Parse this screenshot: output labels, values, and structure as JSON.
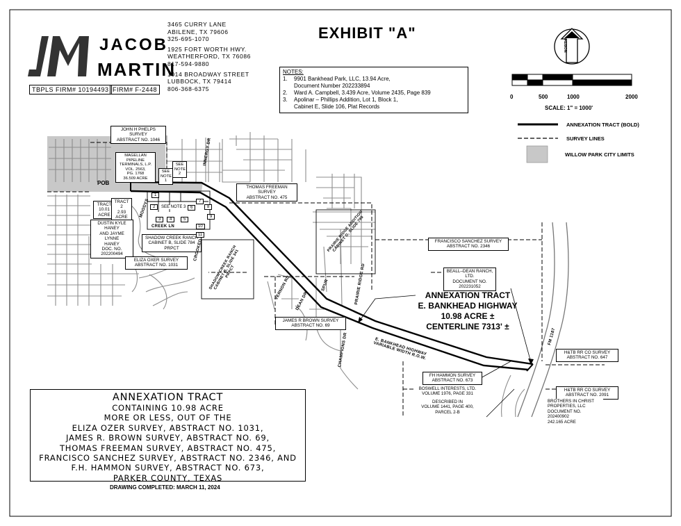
{
  "header": {
    "title": "EXHIBIT \"A\"",
    "logo_word1": "JACOB",
    "logo_word2": "MARTIN",
    "firm_tbpls": "TBPLS FIRM# 10194493",
    "firm_number": "FIRM# F-2448",
    "addresses": [
      "3465 CURRY LANE",
      "ABILENE, TX 79606",
      "325-695-1070",
      "1925 FORT WORTH HWY.",
      "WEATHERFORD, TX 76086",
      "817-594-9880",
      "1014 BROADWAY STREET",
      "LUBBOCK, TX 79414",
      "806-368-6375"
    ]
  },
  "north_arrow": {
    "label": "NORTH"
  },
  "notes": {
    "header": "NOTES:",
    "items": [
      {
        "n": "1.",
        "lines": [
          "9901 Bankhead Park, LLC, 13.94 Acre,",
          "Document Number 202233894"
        ]
      },
      {
        "n": "2.",
        "lines": [
          "Ward A. Campbell, 3.439 Acre, Volume 2435, Page 839"
        ]
      },
      {
        "n": "3.",
        "lines": [
          "Apolinar – Phillips Addition, Lot 1, Block 1,",
          "Cabinet E, Slide 106, Plat Records"
        ]
      }
    ]
  },
  "scale": {
    "ticks": [
      "0",
      "500",
      "1000",
      "2000"
    ],
    "text": "SCALE: 1\" = 1000'"
  },
  "legend": [
    {
      "symbol": "bold-line",
      "label": "ANNEXATION TRACT (BOLD)"
    },
    {
      "symbol": "dash-line",
      "label": "SURVEY LINES"
    },
    {
      "symbol": "gray-box",
      "label": "WILLOW PARK CITY LIMITS",
      "color": "#c8c8c8"
    }
  ],
  "colors": {
    "city_limits": "#c8c8c8",
    "streets": "#9a9a9a"
  },
  "map": {
    "pob": "POB",
    "labels": {
      "phelps": [
        "JOHN H PHELPS SURVEY",
        "ABSTRACT NO. 1046"
      ],
      "magellan": [
        "MAGELLAN",
        "PIPELINE",
        "TERMINALS, L.P.",
        "VOL. 2563,",
        "PG. 1768",
        "36.509 ACRE"
      ],
      "see_note1": [
        "SEE",
        "NOTE",
        "1"
      ],
      "see_note2": [
        "SEE",
        "NOTE",
        "2"
      ],
      "see_note3": [
        "SEE NOTE 3"
      ],
      "tract1": [
        "TRACT",
        "10.01",
        "ACRE"
      ],
      "tract2": [
        "TRACT 2",
        "2.93",
        "ACRE"
      ],
      "haney": [
        "DUSTIN KYLE HANEY",
        "AND JAYME LYNNE",
        "HANEY",
        "DOC. NO.",
        "202200494"
      ],
      "shadow_creek": [
        "SHADOW CREEK RANCH",
        "CABINET B, SLIDE 784",
        "PRPCT"
      ],
      "oxer": [
        "ELIZA OXER SURVEY",
        "ABSTRACT NO. 1031"
      ],
      "freeman": [
        "THOMAS FREEMAN SURVEY",
        "ABSTRACT NO. 475"
      ],
      "sanchez": [
        "FRANCISCO SANCHEZ SURVEY",
        "ABSTRACT NO. 2346"
      ],
      "beall": [
        "BEALL–DEAN RANCH, LTD.",
        "DOCUMENT NO.",
        "202231052"
      ],
      "brown": [
        "JAMES R BROWN SURVEY",
        "ABSTRACT NO. 69"
      ],
      "hammon": [
        "FH HAMMON SURVEY",
        "ABSTRACT NO. 673"
      ],
      "boswell": [
        "BOSWELL INTERESTS, LTD.",
        "VOLUME 1976, PAGE 331",
        "",
        "DESCRIBED IN",
        "VOLUME 1441, PAGE 400,",
        "PARCEL 2-B"
      ],
      "htb647": [
        "H&TB RR CO SURVEY",
        "ABSTRACT NO. 647"
      ],
      "htb2091": [
        "H&TB RR CO SURVEY",
        "ABSTRACT NO. 2091"
      ],
      "brothers": [
        "BROTHERS IN CHRIST",
        "PROPERTIES, LLC",
        "DOCUMENT NO.",
        "202400902",
        "242.165 ACRE"
      ]
    },
    "lot_numbers": [
      "1",
      "2",
      "3",
      "4",
      "5",
      "6",
      "7",
      "8",
      "9",
      "10",
      "11"
    ],
    "roads": {
      "innergy": "INNERGY DR",
      "moody": "MOODYS",
      "creek_ln": "CREEK LN",
      "crooked": "CROOKED",
      "vernon": "VERNON RD",
      "dean": "DEAN DR",
      "spur": "SPUR",
      "prairie": "PRAIRIE RIDGE RD",
      "champions": "CHAMPIONS DR",
      "fm1187": "FM 1187",
      "bankhead": [
        "E. BANKHEAD HIGHWAY",
        "VARIABLE WIDTH R.O.W."
      ],
      "prairie_add": [
        "PRAIRIE RIDGE ADDITION",
        "CABINET D, SLIDE 795"
      ],
      "shadow_rot": [
        "SHADOW CREEK RANCH",
        "CABINET B, SLIDE 341",
        "PRPCT"
      ]
    },
    "callout": [
      "ANNEXATION TRACT",
      "E. BANKHEAD HIGHWAY",
      "10.98  ACRE ±",
      "CENTERLINE 7313' ±"
    ]
  },
  "annexation_box": {
    "title": "ANNEXATION TRACT",
    "lines": [
      "CONTAINING 10.98 ACRE",
      "MORE OR LESS, OUT OF THE",
      "ELIZA OZER SURVEY, ABSTRACT NO. 1031,",
      "JAMES R. BROWN SURVEY, ABSTRACT NO. 69,",
      "THOMAS FREEMAN SURVEY, ABSTRACT NO. 475,",
      "FRANCISCO SANCHEZ SURVEY, ABSTRACT NO. 2346, AND",
      "F.H. HAMMON SURVEY, ABSTRACT NO. 673,",
      "PARKER COUNTY, TEXAS"
    ]
  },
  "footer": {
    "completed": "DRAWING COMPLETED:  MARCH 11, 2024"
  }
}
